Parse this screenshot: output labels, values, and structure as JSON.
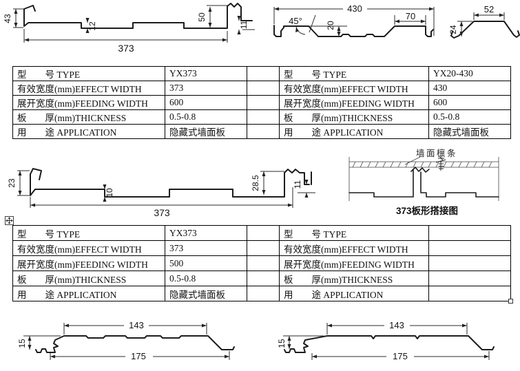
{
  "colors": {
    "line": "#1c1c1c",
    "table_border": "#000000",
    "background": "#ffffff",
    "text": "#111111"
  },
  "icons": {
    "table_move_handle": "move-cross-icon",
    "table_resize_handle": "resize-square-icon",
    "screw": "screw-fastener-icon"
  },
  "drawings": {
    "p1": {
      "height_left": "43",
      "groove_depth": "12",
      "height_right": "50",
      "lip": "11",
      "effect_width": "373"
    },
    "p2": {
      "effect_width": "430",
      "angle": "45°",
      "height": "20",
      "top_flat": "70"
    },
    "p2_cap": {
      "top_flat": "52",
      "height": "24"
    },
    "p3": {
      "height_left": "23",
      "groove_depth": "10",
      "height_right": "28.5",
      "lip": "11",
      "effect_width": "373"
    },
    "detail": {
      "callout": "墙面檩条",
      "caption": "373板形搭接图"
    },
    "p5": {
      "top_flat": "143",
      "height": "15",
      "bottom_flat": "175"
    },
    "p6": {
      "top_flat": "143",
      "height": "15",
      "bottom_flat": "175"
    }
  },
  "tables": {
    "labels": [
      "型　　号 TYPE",
      "有效宽度(mm)EFFECT WIDTH",
      "展开宽度(mm)FEEDING WIDTH",
      "板　　厚(mm)THICKNESS",
      "用　　途 APPLICATION"
    ],
    "t1": [
      "YX373",
      "373",
      "600",
      "0.5-0.8",
      "隐藏式墙面板"
    ],
    "t2": [
      "YX20-430",
      "430",
      "600",
      "0.5-0.8",
      "隐藏式墙面板"
    ],
    "t3": [
      "YX373",
      "373",
      "500",
      "0.5-0.8",
      "隐藏式墙面板"
    ],
    "t4": [
      "",
      "",
      "",
      "",
      ""
    ]
  }
}
